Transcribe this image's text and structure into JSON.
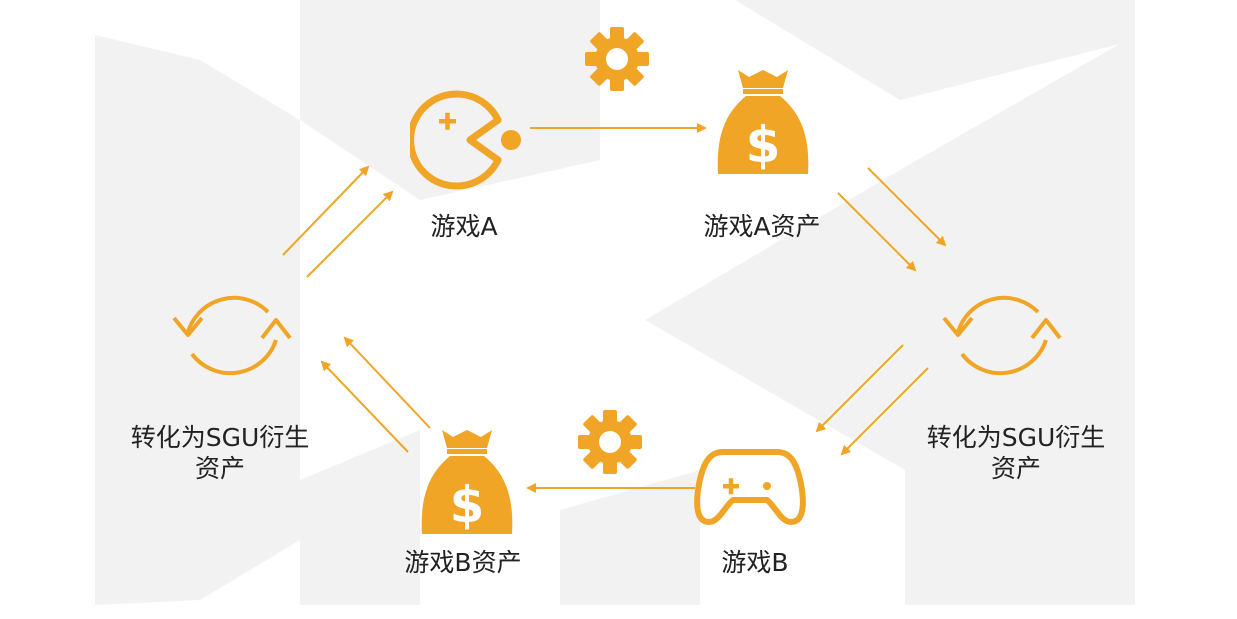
{
  "colors": {
    "accent": "#F0A526",
    "text": "#222222",
    "background_shape": "#F2F2F2"
  },
  "nodes": {
    "game_a": {
      "label": "游戏A",
      "icon": "pacman-icon"
    },
    "asset_a": {
      "label": "游戏A资产",
      "icon": "money-bag-icon"
    },
    "convert_left": {
      "line1": "转化为SGU衍生",
      "line2": "资产",
      "icon": "cycle-arrows-icon"
    },
    "convert_right": {
      "line1": "转化为SGU衍生",
      "line2": "资产",
      "icon": "cycle-arrows-icon"
    },
    "asset_b": {
      "label": "游戏B资产",
      "icon": "money-bag-icon"
    },
    "game_b": {
      "label": "游戏B",
      "icon": "gamepad-icon"
    }
  },
  "gears": [
    "gear-icon",
    "gear-icon"
  ]
}
